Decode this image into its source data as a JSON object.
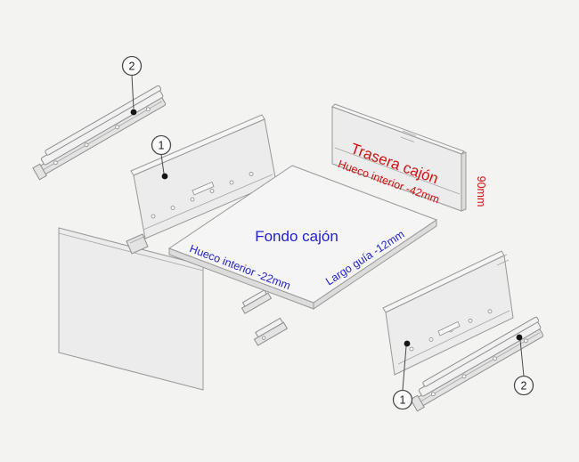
{
  "colors": {
    "red": "#cf1111",
    "blue": "#2222cc"
  },
  "labels": {
    "trasera": "Trasera cajón",
    "hueco_interior_trasera": "Hueco interior -42mm",
    "alto_trasera": "90mm",
    "fondo": "Fondo cajón",
    "hueco_interior_fondo": "Hueco interior -22mm",
    "largo_guia": "Largo guía -12mm"
  },
  "callouts": {
    "left_rail": "2",
    "left_side": "1",
    "right_side": "1",
    "right_rail": "2"
  }
}
